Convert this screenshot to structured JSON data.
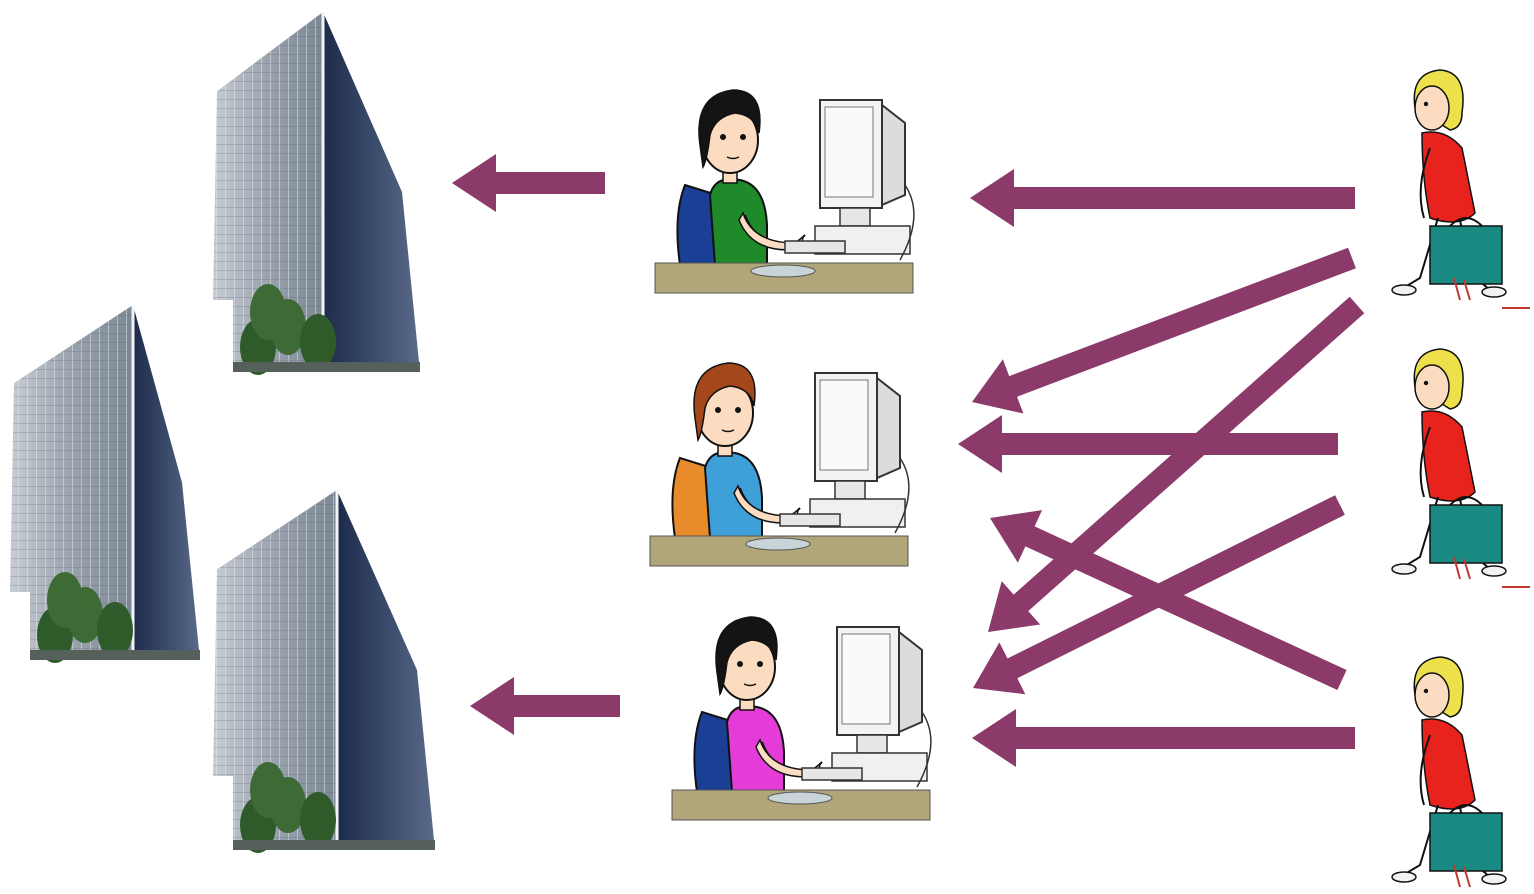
{
  "diagram": {
    "arrow_color": "#8b3a6a",
    "buildings": [
      {
        "name": "building-top"
      },
      {
        "name": "building-left"
      },
      {
        "name": "building-bottom"
      }
    ],
    "clerks": [
      {
        "name": "clerk-top",
        "hair_color": "#141414",
        "shirt_color": "#1f8a2a",
        "chair_color": "#1c3f96"
      },
      {
        "name": "clerk-middle",
        "hair_color": "#a4471b",
        "shirt_color": "#3f9fd8",
        "chair_color": "#e88b2b"
      },
      {
        "name": "clerk-bottom",
        "hair_color": "#141414",
        "shirt_color": "#e53bd9",
        "chair_color": "#1c3f96"
      }
    ],
    "customers": [
      {
        "name": "customer-top",
        "hair_color": "#eee04a",
        "dress_color": "#e8231d",
        "bag_color": "#198a82"
      },
      {
        "name": "customer-middle",
        "hair_color": "#eee04a",
        "dress_color": "#e8231d",
        "bag_color": "#198a82"
      },
      {
        "name": "customer-bottom",
        "hair_color": "#eee04a",
        "dress_color": "#e8231d",
        "bag_color": "#198a82"
      }
    ]
  }
}
